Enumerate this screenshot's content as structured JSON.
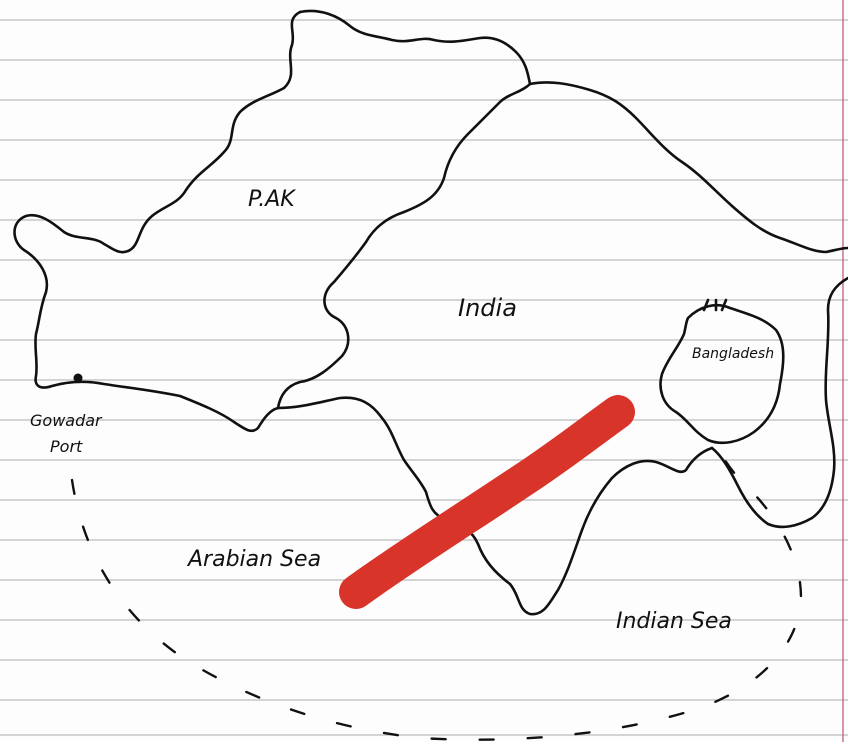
{
  "labels": {
    "pakistan": "P.AK",
    "india": "India",
    "bangladesh": "Bangladesh",
    "gwadar_line1": "Gowadar",
    "gwadar_line2": "Port",
    "arabian_sea": "Arabian Sea",
    "indian_sea": "Indian Sea"
  },
  "colors": {
    "ink": "#111111",
    "route_highlight": "#d8342a",
    "ruled_line": "#bcbcbc",
    "margin_line": "#c46b8a"
  }
}
